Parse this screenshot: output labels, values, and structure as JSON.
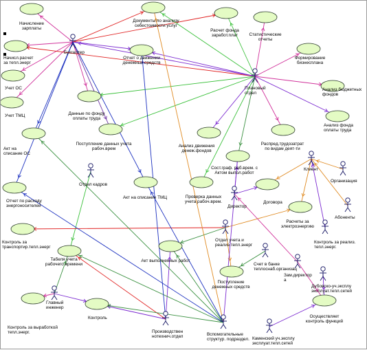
{
  "usecases": [
    {
      "id": "uc_zarp",
      "label": "Начисление\nзарплаты"
    },
    {
      "id": "uc_teplo",
      "label": "Начисл.расчет\nза тепл.энерг"
    },
    {
      "id": "uc_os",
      "label": "Учет ОС"
    },
    {
      "id": "uc_tmc",
      "label": "Учет ТМЦ"
    },
    {
      "id": "uc_akt_os",
      "label": "Акт на\nсписание ОС"
    },
    {
      "id": "uc_otchet_energ",
      "label": "Отчет по расходу\nэнергоносителей"
    },
    {
      "id": "uc_control_transp",
      "label": "Контроль за\nтранспортир.тепл.энерг"
    },
    {
      "id": "uc_tabel",
      "label": "Табеля учета\nрабочего времени"
    },
    {
      "id": "uc_control_vyr",
      "label": "Контроль за выработкой\nтепл.энерг."
    },
    {
      "id": "uc_control",
      "label": "Контроль"
    },
    {
      "id": "uc_docs",
      "label": "Документы по анализу\nсебестоимости услуг"
    },
    {
      "id": "uc_dvizh",
      "label": "Отчет о движении\nденежных средств"
    },
    {
      "id": "uc_fond",
      "label": "Данные по фонду\nоплаты труда"
    },
    {
      "id": "uc_postupl_rab",
      "label": "Поступление данных учета\nрабоч.врем"
    },
    {
      "id": "uc_akt_tmc",
      "label": "Акт на списание ТМЦ"
    },
    {
      "id": "uc_raschet_zp",
      "label": "Расчет фонда\nзаработ.плат"
    },
    {
      "id": "uc_stat",
      "label": "Статистические\nотчеты"
    },
    {
      "id": "uc_biz",
      "label": "Формирование\nбизнесплана"
    },
    {
      "id": "uc_budget",
      "label": "Анализ бюджетных\nфондов"
    },
    {
      "id": "uc_analiz_fonda",
      "label": "Анализ фонда\nоплаты труда"
    },
    {
      "id": "uc_raspred",
      "label": "Распред.трудозатрат\nпо видам деят-ти"
    },
    {
      "id": "uc_analiz_dvizh",
      "label": "Анализ движения\nденеж.фондов"
    },
    {
      "id": "uc_sost",
      "label": "Сост.граф. раб.врем. с\nАктом выпол.работ"
    },
    {
      "id": "uc_prov",
      "label": "Проверка данных\nучета рабоч.врем."
    },
    {
      "id": "uc_dogovor",
      "label": "Договора"
    },
    {
      "id": "uc_raschety",
      "label": "Расчеты за\nэлектроэнергию"
    },
    {
      "id": "uc_akt_vyp",
      "label": "Акт выполненных работ"
    },
    {
      "id": "uc_postupl_den",
      "label": "Поступление\nденежных средств"
    },
    {
      "id": "uc_osush",
      "label": "Осуществляет\nконтроль функций"
    }
  ],
  "actors": [
    {
      "id": "a_buh",
      "label": "Бухгалтер"
    },
    {
      "id": "a_plan",
      "label": "Плановый\nотдел"
    },
    {
      "id": "a_kadr",
      "label": "Отдел кадров"
    },
    {
      "id": "a_dir",
      "label": "Директор"
    },
    {
      "id": "a_klient",
      "label": "Клиент"
    },
    {
      "id": "a_org",
      "label": "Организация"
    },
    {
      "id": "a_abon",
      "label": "Абоненты"
    },
    {
      "id": "a_realiz",
      "label": "Отдел учета и\nреализ.тепл.энерг"
    },
    {
      "id": "a_control_realiz",
      "label": "Контроль за реализ.\nтепл.энерг."
    },
    {
      "id": "a_bank",
      "label": "Счет в банке\nтеплоснаб.организац"
    },
    {
      "id": "a_zam",
      "label": "Зам.директор\nа"
    },
    {
      "id": "a_glavn",
      "label": "Главный\nинженер"
    },
    {
      "id": "a_proizv",
      "label": "Производствен\nнотехнич.отдел"
    },
    {
      "id": "a_vspom",
      "label": "Вспомогательные\nструктур. подраздел."
    },
    {
      "id": "a_kamen",
      "label": "Каменский уч.эксплу\nэксплуат.тепл.сетей"
    },
    {
      "id": "a_dubov",
      "label": "Дубовско-уч.эксплу\nэксплуат.тепл.сетей"
    }
  ],
  "edges": [
    {
      "from": "a_buh",
      "to": "uc_zarp",
      "color": "#d0309a"
    },
    {
      "from": "a_buh",
      "to": "uc_teplo",
      "color": "#d0309a"
    },
    {
      "from": "a_buh",
      "to": "uc_os",
      "color": "#d0309a"
    },
    {
      "from": "a_buh",
      "to": "uc_tmc",
      "color": "#d0309a"
    },
    {
      "from": "a_buh",
      "to": "uc_akt_os",
      "color": "#1a2fbf"
    },
    {
      "from": "a_buh",
      "to": "uc_otchet_energ",
      "color": "#1a2fbf"
    },
    {
      "from": "a_buh",
      "to": "uc_docs",
      "color": "#e02020"
    },
    {
      "from": "a_buh",
      "to": "uc_dvizh",
      "color": "#7a28d0"
    },
    {
      "from": "a_buh",
      "to": "uc_fond",
      "color": "#d0309a"
    },
    {
      "from": "a_buh",
      "to": "uc_postupl_rab",
      "color": "#6a30a0"
    },
    {
      "from": "a_buh",
      "to": "uc_akt_tmc",
      "color": "#1a2fbf"
    },
    {
      "from": "a_buh",
      "to": "uc_raschet_zp",
      "color": "#e02020"
    },
    {
      "from": "a_plan",
      "to": "uc_docs",
      "color": "#3ac03a"
    },
    {
      "from": "a_plan",
      "to": "uc_raschet_zp",
      "color": "#3ac03a"
    },
    {
      "from": "a_plan",
      "to": "uc_stat",
      "color": "#d0309a"
    },
    {
      "from": "a_plan",
      "to": "uc_biz",
      "color": "#d0309a"
    },
    {
      "from": "a_plan",
      "to": "uc_budget",
      "color": "#d0309a"
    },
    {
      "from": "a_plan",
      "to": "uc_analiz_fonda",
      "color": "#7a28d0"
    },
    {
      "from": "a_plan",
      "to": "uc_raspred",
      "color": "#d0309a"
    },
    {
      "from": "a_plan",
      "to": "uc_analiz_dvizh",
      "color": "#7a28d0"
    },
    {
      "from": "a_plan",
      "to": "uc_sost",
      "color": "#3a9040"
    },
    {
      "from": "a_plan",
      "to": "uc_prov",
      "color": "#3ac03a"
    },
    {
      "from": "a_plan",
      "to": "uc_postupl_rab",
      "color": "#3ac03a"
    },
    {
      "from": "a_plan",
      "to": "uc_dvizh",
      "color": "#7a28d0"
    },
    {
      "from": "a_plan",
      "to": "uc_fond",
      "color": "#3ac03a"
    },
    {
      "from": "a_plan",
      "to": "uc_teplo",
      "color": "#e02020"
    },
    {
      "from": "a_plan",
      "to": "a_buh",
      "color": "#7a28d0"
    },
    {
      "from": "a_kadr",
      "to": "uc_tabel",
      "color": "#3ac03a"
    },
    {
      "from": "a_dir",
      "to": "uc_dogovor",
      "color": "#7a28d0"
    },
    {
      "from": "a_dir",
      "to": "uc_sost",
      "color": "#7a28d0"
    },
    {
      "from": "a_klient",
      "to": "uc_dogovor",
      "color": "#e08a20"
    },
    {
      "from": "a_klient",
      "to": "uc_raschety",
      "color": "#e08a20"
    },
    {
      "from": "a_org",
      "to": "a_klient",
      "color": "#e08a20"
    },
    {
      "from": "a_abon",
      "to": "a_klient",
      "color": "#e08a20"
    },
    {
      "from": "a_control_realiz",
      "to": "a_klient",
      "color": "#7a28d0"
    },
    {
      "from": "a_realiz",
      "to": "uc_raschety",
      "color": "#e08a20"
    },
    {
      "from": "a_realiz",
      "to": "uc_control_transp",
      "color": "#e02020"
    },
    {
      "from": "a_realiz",
      "to": "uc_akt_vyp",
      "color": "#3a9040"
    },
    {
      "from": "a_realiz",
      "to": "uc_postupl_den",
      "color": "#e08a20"
    },
    {
      "from": "a_bank",
      "to": "uc_postupl_den",
      "color": "#3a9040"
    },
    {
      "from": "a_zam",
      "to": "uc_osush",
      "color": "#d0309a"
    },
    {
      "from": "a_zam",
      "to": "a_dir",
      "color": "#d0309a"
    },
    {
      "from": "a_kamen",
      "to": "uc_osush",
      "color": "#7a28d0"
    },
    {
      "from": "a_dubov",
      "to": "uc_osush",
      "color": "#7a28d0"
    },
    {
      "from": "a_glavn",
      "to": "uc_control_vyr",
      "color": "#d0309a"
    },
    {
      "from": "a_glavn",
      "to": "uc_control",
      "color": "#7a28d0"
    },
    {
      "from": "a_glavn",
      "to": "uc_tabel",
      "color": "#3a9040"
    },
    {
      "from": "a_proizv",
      "to": "uc_akt_vyp",
      "color": "#7a28d0"
    },
    {
      "from": "a_proizv",
      "to": "uc_control",
      "color": "#7a28d0"
    },
    {
      "from": "a_proizv",
      "to": "uc_tabel",
      "color": "#e02020"
    },
    {
      "from": "a_vspom",
      "to": "uc_tabel",
      "color": "#3a9040"
    },
    {
      "from": "a_vspom",
      "to": "uc_akt_vyp",
      "color": "#3a9040"
    },
    {
      "from": "a_vspom",
      "to": "uc_akt_tmc",
      "color": "#1a2fbf"
    },
    {
      "from": "a_vspom",
      "to": "uc_akt_os",
      "color": "#3a9040"
    },
    {
      "from": "a_vspom",
      "to": "uc_sost",
      "color": "#7a28d0"
    },
    {
      "from": "a_vspom",
      "to": "uc_docs",
      "color": "#e08a20"
    },
    {
      "from": "a_vspom",
      "to": "uc_otchet_energ",
      "color": "#1a2fbf"
    },
    {
      "from": "a_vspom",
      "to": "uc_control",
      "color": "#3a9040"
    },
    {
      "from": "a_proizv",
      "to": "uc_dvizh",
      "color": "#1a2fbf"
    }
  ],
  "colors": {
    "usecase_fill": "#e4fbc4",
    "usecase_stroke": "#2a3a2a",
    "actor_stroke": "#101060"
  }
}
